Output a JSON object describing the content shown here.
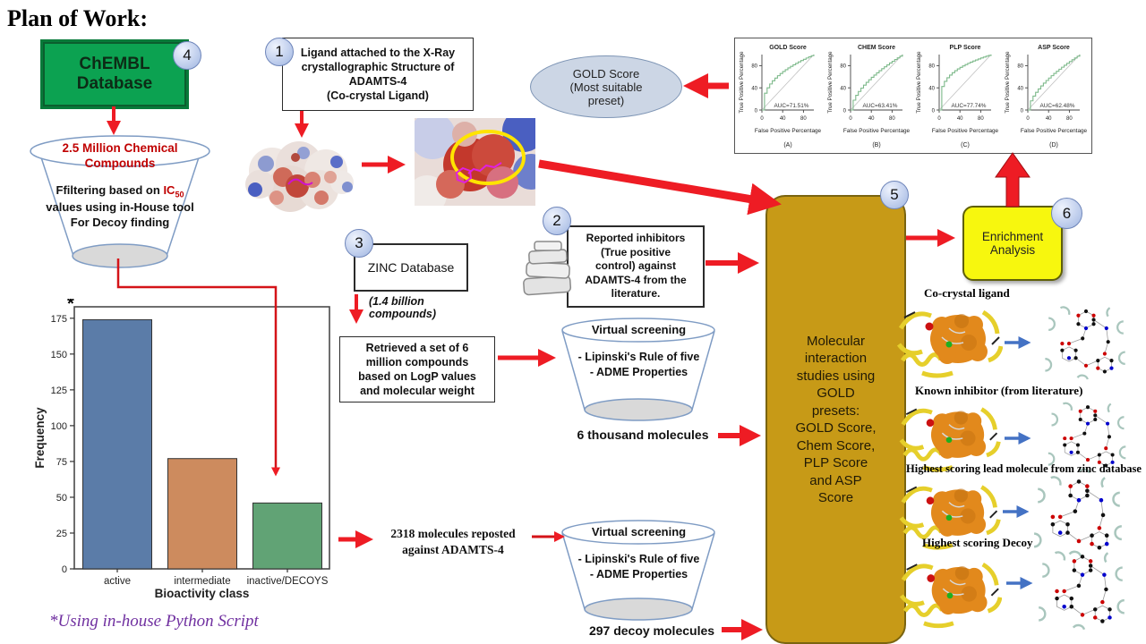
{
  "title": "Plan of Work:",
  "footnote": "*Using in-house Python Script",
  "step_badges": [
    "1",
    "2",
    "3",
    "4",
    "5",
    "6"
  ],
  "chembl": {
    "label": "ChEMBL\nDatabase"
  },
  "filter_funnel": {
    "header": "2.5 Million Chemical\nCompounds",
    "body_prefix": "Ffiltering based on ",
    "ic": "IC",
    "ic_sub": "50",
    "body_rest": "\nvalues using in-House  tool\nFor Decoy finding"
  },
  "ligand_box": {
    "label": "Ligand attached to the X-Ray\ncrystallographic  Structure of\nADAMTS-4\n(Co-crystal  Ligand)"
  },
  "zinc": {
    "label": "ZINC  Database",
    "note": "(1.4 billion\ncompounds)",
    "retrieved": "Retrieved a set of 6\nmillion compounds\nbased on LogP values\nand molecular weight"
  },
  "reported_box": {
    "label": "Reported inhibitors\n(True positive\ncontrol) against\nADAMTS-4  from the\nliterature."
  },
  "screening_top": {
    "title": "Virtual screening",
    "criteria": "-   Lipinski's  Rule of five\n- ADME  Properties",
    "result": "6 thousand molecules"
  },
  "screening_bottom": {
    "title": "Virtual screening",
    "criteria": "-   Lipinski's  Rule of five\n- ADME  Properties",
    "result": "297 decoy molecules"
  },
  "reposted_label": "2318 molecules reposted\nagainst ADAMTS-4",
  "gold_box": {
    "label": "Molecular\ninteraction\nstudies using\nGOLD\npresets:\nGOLD Score,\nChem Score,\nPLP Score\nand ASP\nScore"
  },
  "gold_score_ellipse": "GOLD Score\n(Most suitable\npreset)",
  "enrichment": {
    "label": "Enrichment\nAnalysis"
  },
  "ligand_rows": [
    {
      "label": "Co-crystal ligand"
    },
    {
      "label": "Known inhibitor (from literature)"
    },
    {
      "label": "Highest scoring lead molecule from zinc database"
    },
    {
      "label": "Highest scoring Decoy"
    }
  ],
  "colors": {
    "accent_red": "#ee1c24",
    "chembl_green": "#0ca251",
    "gold": "#c79a17",
    "enrichment_yellow": "#f7f70e",
    "badge_blue": "#c3d1ee",
    "note_purple": "#7030a0",
    "roc_curve_green": "#7db98a"
  },
  "chart_data": [
    {
      "type": "bar",
      "title": "",
      "categories": [
        "active",
        "intermediate",
        "inactive/DECOYS"
      ],
      "values": [
        174,
        77,
        46
      ],
      "colors": [
        "#5b7ca8",
        "#cd8b5e",
        "#61a375"
      ],
      "xlabel": "Bioactivity class",
      "ylabel": "Frequency",
      "ylim": [
        0,
        183
      ],
      "yticks": [
        0,
        25,
        50,
        75,
        100,
        125,
        150,
        175
      ],
      "annotation": "*",
      "grid": false
    },
    {
      "type": "line",
      "subtype": "roc",
      "title": "GOLD Score",
      "letter": "(A)",
      "auc_label": "AUC=71.51%",
      "auc": 71.51,
      "xlabel": "False Positive Percentage",
      "ylabel": "True Positive Percentage",
      "xticks": [
        0,
        40,
        80
      ],
      "yticks": [
        0,
        40,
        80
      ],
      "xlim": [
        0,
        100
      ],
      "ylim": [
        0,
        100
      ]
    },
    {
      "type": "line",
      "subtype": "roc",
      "title": "CHEM Score",
      "letter": "(B)",
      "auc_label": "AUC=63.41%",
      "auc": 63.41,
      "xlabel": "False Positive Percentage",
      "ylabel": "True Positive Percentage",
      "xticks": [
        0,
        40,
        80
      ],
      "yticks": [
        0,
        40,
        80
      ],
      "xlim": [
        0,
        100
      ],
      "ylim": [
        0,
        100
      ]
    },
    {
      "type": "line",
      "subtype": "roc",
      "title": "PLP Score",
      "letter": "(C)",
      "auc_label": "AUC=77.74%",
      "auc": 77.74,
      "xlabel": "False Positive Percentage",
      "ylabel": "True Positive Percentage",
      "xticks": [
        0,
        40,
        80
      ],
      "yticks": [
        0,
        40,
        80
      ],
      "xlim": [
        0,
        100
      ],
      "ylim": [
        0,
        100
      ]
    },
    {
      "type": "line",
      "subtype": "roc",
      "title": "ASP Score",
      "letter": "(D)",
      "auc_label": "AUC=62.48%",
      "auc": 62.48,
      "xlabel": "False Positive Percentage",
      "ylabel": "True Positive Percentage",
      "xticks": [
        0,
        40,
        80
      ],
      "yticks": [
        0,
        40,
        80
      ],
      "xlim": [
        0,
        100
      ],
      "ylim": [
        0,
        100
      ]
    }
  ]
}
